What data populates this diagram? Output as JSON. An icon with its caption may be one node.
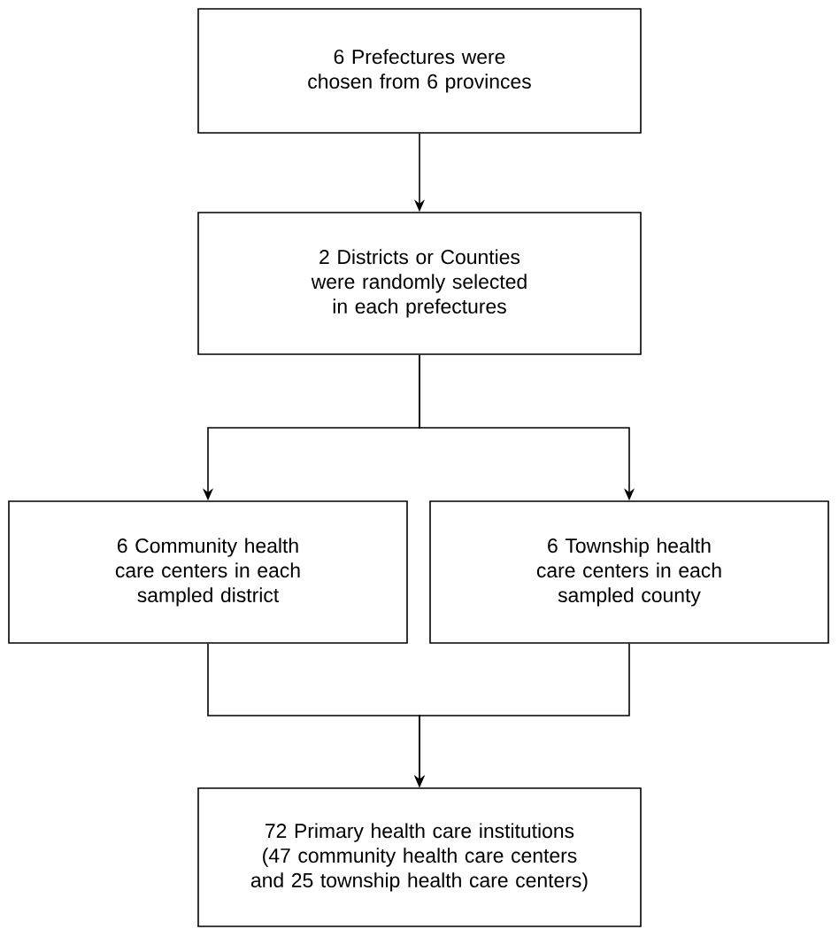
{
  "diagram": {
    "nodes": [
      {
        "text": [
          "6 Prefectures were chosen from 6 provinces"
        ]
      },
      {
        "text": [
          "2 Districts or Counties were randomly selected in each prefectures"
        ]
      },
      {
        "text": [
          "6 Community health care centers in each sampled district"
        ]
      },
      {
        "text": [
          "6 Township health care centers in each sampled county"
        ]
      },
      {
        "text": [
          "72 Primary health care institutions (47 community health care centers and 25 township health care centers)"
        ]
      }
    ],
    "edges": [
      {
        "from": 0,
        "to": 1,
        "arrow": "to"
      },
      {
        "from": 1,
        "to": 2,
        "arrow": "to"
      },
      {
        "from": 1,
        "to": 3,
        "arrow": "to"
      },
      {
        "from": 2,
        "to": 4,
        "arrow": "to"
      },
      {
        "from": 3,
        "to": 4,
        "arrow": "to"
      }
    ]
  }
}
